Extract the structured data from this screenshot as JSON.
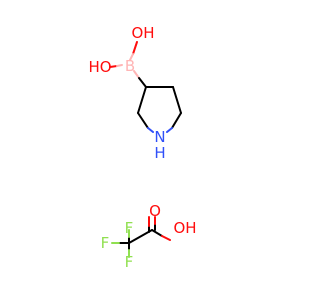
{
  "molecules": {
    "boronic_acid": {
      "atoms": {
        "oh_top": "OH",
        "ho_left": "HO",
        "boron": "B",
        "nh": "N",
        "nh_h": "H"
      }
    },
    "tfa": {
      "atoms": {
        "o_double": "O",
        "oh": "OH",
        "f_top": "F",
        "f_left": "F",
        "f_bottom": "F"
      }
    }
  },
  "colors": {
    "carbon_bond": "#000000",
    "oxygen": "#ff0d0d",
    "fluorine": "#90e050",
    "boron": "#ffb5b5",
    "nitrogen": "#3050f8"
  }
}
